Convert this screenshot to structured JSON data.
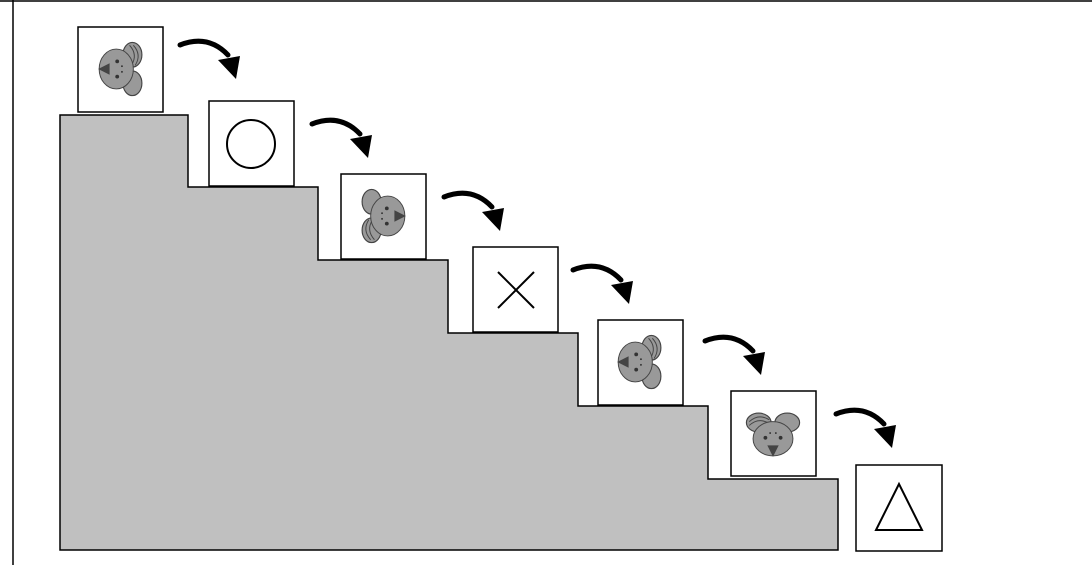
{
  "diagram": {
    "steps": [
      {
        "content": "koala",
        "orientation": "ears-left"
      },
      {
        "content": "circle"
      },
      {
        "content": "koala",
        "orientation": "ears-right"
      },
      {
        "content": "cross"
      },
      {
        "content": "koala",
        "orientation": "ears-left"
      },
      {
        "content": "koala",
        "orientation": "ears-up"
      },
      {
        "content": "triangle"
      }
    ],
    "arrow_count": 6,
    "colors": {
      "staircase": "#c0c0c0",
      "koala": "#999999",
      "outline": "#000000"
    }
  }
}
